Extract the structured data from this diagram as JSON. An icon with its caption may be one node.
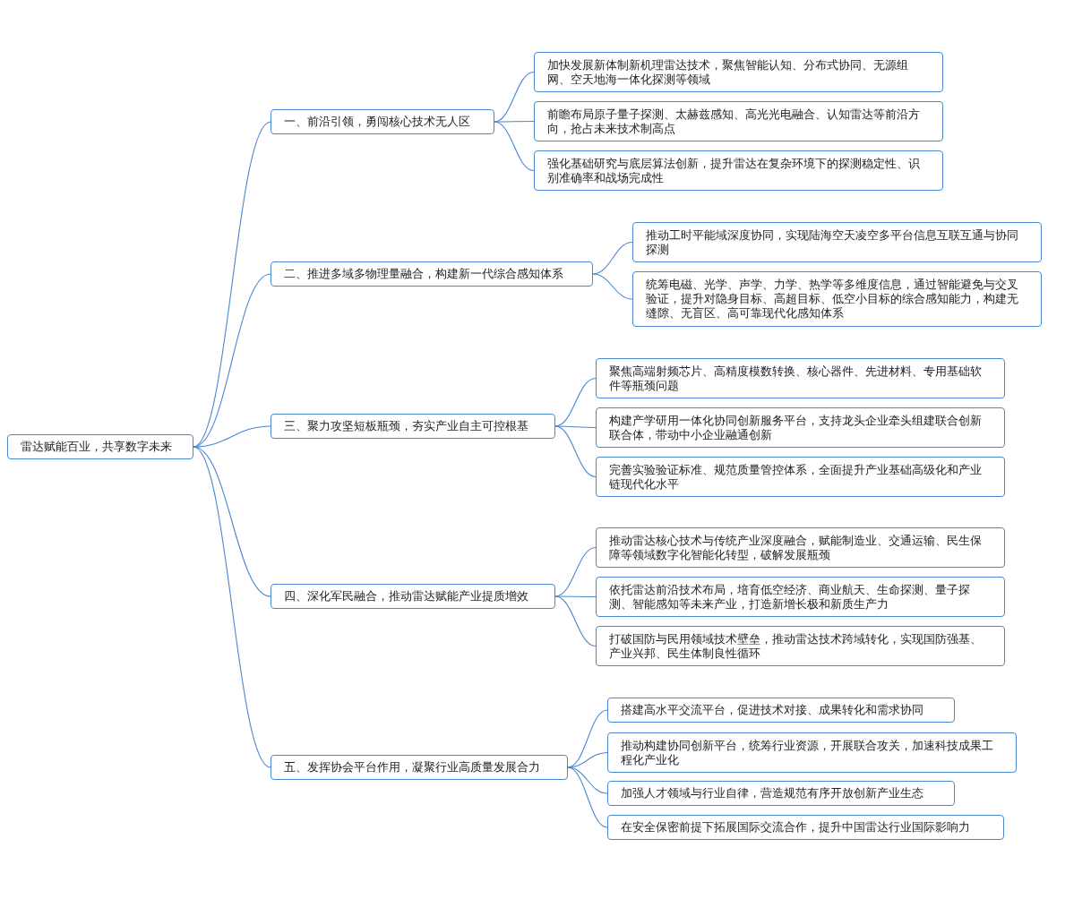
{
  "diagram": {
    "nodes": [
      {
        "text": [
          "雷达赋能百业，共享数字未来"
        ]
      },
      {
        "text": [
          "一、前沿引领，勇闯核心技术无人区"
        ]
      },
      {
        "text": [
          "加快发展新体制新机理雷达技术，聚焦智能认知、分布式协同、无源组网、空天地海一体化探测等领域"
        ]
      },
      {
        "text": [
          "前瞻布局原子量子探测、太赫兹感知、高光光电融合、认知雷达等前沿方向，抢占未来技术制高点"
        ]
      },
      {
        "text": [
          "强化基础研究与底层算法创新，提升雷达在复杂环境下的探测稳定性、识别准确率和战场完成性"
        ]
      },
      {
        "text": [
          "二、推进多域多物理量融合，构建新一代综合感知体系"
        ]
      },
      {
        "text": [
          "推动工时平能域深度协同，实现陆海空天凌空多平台信息互联互通与协同探测"
        ]
      },
      {
        "text": [
          "统筹电磁、光学、声学、力学、热学等多维度信息，通过智能避免与交叉验证，提升对隐身目标、高超目标、低空小目标的综合感知能力，构建无缝隙、无盲区、高可靠现代化感知体系"
        ]
      },
      {
        "text": [
          "三、聚力攻坚短板瓶颈，夯实产业自主可控根基"
        ]
      },
      {
        "text": [
          "聚焦高端射频芯片、高精度模数转换、核心器件、先进材料、专用基础软件等瓶颈问题"
        ]
      },
      {
        "text": [
          "构建产学研用一体化协同创新服务平台，支持龙头企业牵头组建联合创新联合体，带动中小企业融通创新"
        ]
      },
      {
        "text": [
          "完善实验验证标准、规范质量管控体系，全面提升产业基础高级化和产业链现代化水平"
        ]
      },
      {
        "text": [
          "四、深化军民融合，推动雷达赋能产业提质增效"
        ]
      },
      {
        "text": [
          "推动雷达核心技术与传统产业深度融合，赋能制造业、交通运输、民生保障等领域数字化智能化转型，破解发展瓶颈"
        ]
      },
      {
        "text": [
          "依托雷达前沿技术布局，培育低空经济、商业航天、生命探测、量子探测、智能感知等未来产业，打造新增长极和新质生产力"
        ]
      },
      {
        "text": [
          "打破国防与民用领域技术壁垒，推动雷达技术跨域转化，实现国防强基、产业兴邦、民生体制良性循环"
        ]
      },
      {
        "text": [
          "五、发挥协会平台作用，凝聚行业高质量发展合力"
        ]
      },
      {
        "text": [
          "搭建高水平交流平台，促进技术对接、成果转化和需求协同"
        ]
      },
      {
        "text": [
          "推动构建协同创新平台，统筹行业资源，开展联合攻关，加速科技成果工程化产业化"
        ]
      },
      {
        "text": [
          "加强人才领域与行业自律，营造规范有序开放创新产业生态"
        ]
      },
      {
        "text": [
          "在安全保密前提下拓展国际交流合作，提升中国雷达行业国际影响力"
        ]
      }
    ],
    "edges": [
      {
        "from": 0,
        "to": 1,
        "arrow": "none"
      },
      {
        "from": 0,
        "to": 5,
        "arrow": "none"
      },
      {
        "from": 0,
        "to": 8,
        "arrow": "none"
      },
      {
        "from": 0,
        "to": 12,
        "arrow": "none"
      },
      {
        "from": 0,
        "to": 16,
        "arrow": "none"
      },
      {
        "from": 1,
        "to": 2,
        "arrow": "none"
      },
      {
        "from": 1,
        "to": 3,
        "arrow": "none"
      },
      {
        "from": 1,
        "to": 4,
        "arrow": "none"
      },
      {
        "from": 5,
        "to": 6,
        "arrow": "none"
      },
      {
        "from": 5,
        "to": 7,
        "arrow": "none"
      },
      {
        "from": 8,
        "to": 9,
        "arrow": "none"
      },
      {
        "from": 8,
        "to": 10,
        "arrow": "none"
      },
      {
        "from": 8,
        "to": 11,
        "arrow": "none"
      },
      {
        "from": 12,
        "to": 13,
        "arrow": "none"
      },
      {
        "from": 12,
        "to": 14,
        "arrow": "none"
      },
      {
        "from": 12,
        "to": 15,
        "arrow": "none"
      },
      {
        "from": 16,
        "to": 17,
        "arrow": "none"
      },
      {
        "from": 16,
        "to": 18,
        "arrow": "none"
      },
      {
        "from": 16,
        "to": 19,
        "arrow": "none"
      },
      {
        "from": 16,
        "to": 20,
        "arrow": "none"
      }
    ]
  }
}
